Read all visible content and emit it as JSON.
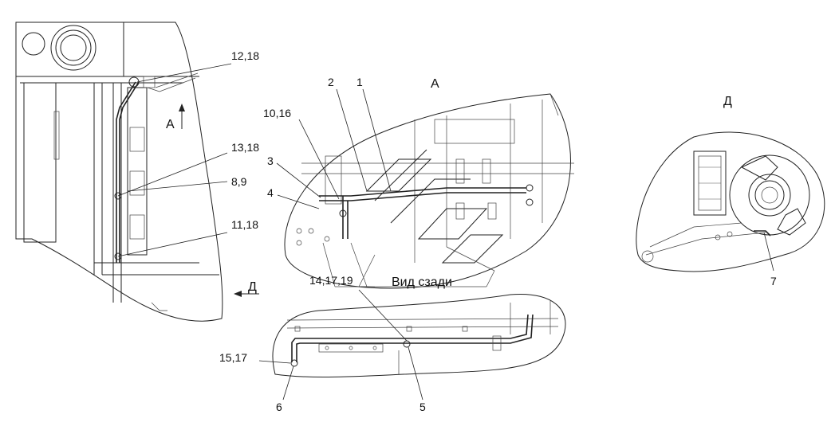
{
  "callouts": {
    "c_12_18": "12,18",
    "c_13_18": "13,18",
    "c_8_9": "8,9",
    "c_11_18": "11,18",
    "c_2": "2",
    "c_1": "1",
    "c_10_16": "10,16",
    "c_3": "3",
    "c_4": "4",
    "c_14_17_19": "14,17,19",
    "c_15_17": "15,17",
    "c_6": "6",
    "c_5": "5",
    "c_7": "7"
  },
  "view_marks": {
    "arrow_a": "А",
    "arrow_d": "Д",
    "view_a_title": "А",
    "view_d_title": "Д"
  },
  "captions": {
    "rear_view": "Вид сзади"
  }
}
